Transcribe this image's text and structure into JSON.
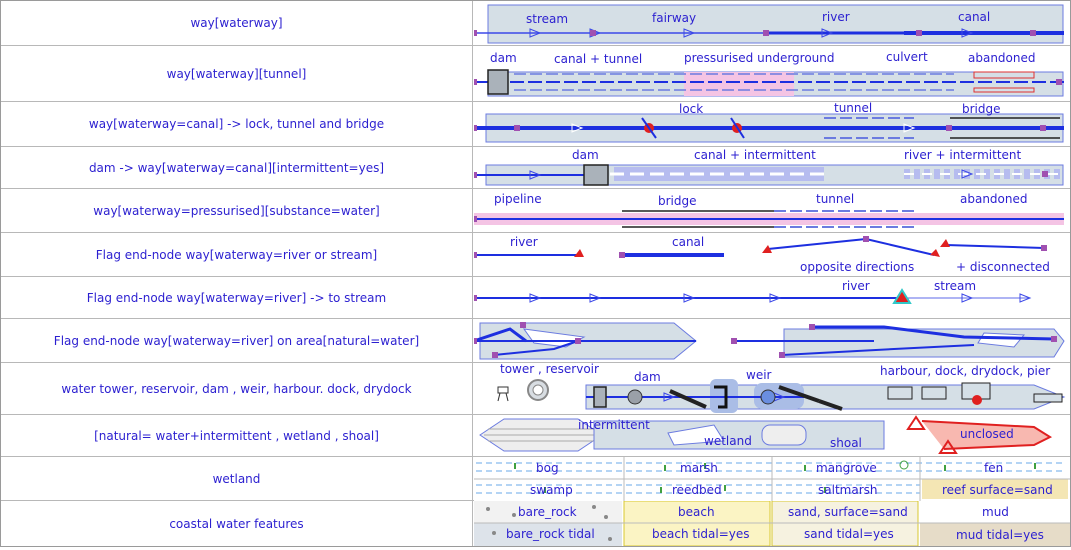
{
  "rows": [
    {
      "label": "way[waterway]",
      "texts": [
        "stream",
        "fairway",
        "river",
        "canal"
      ]
    },
    {
      "label": "way[waterway][tunnel]",
      "texts": [
        "dam",
        "canal + tunnel",
        "pressurised underground",
        "culvert",
        "abandoned"
      ]
    },
    {
      "label": "way[waterway=canal] -> lock, tunnel and bridge",
      "texts": [
        "lock",
        "tunnel",
        "bridge"
      ]
    },
    {
      "label": "dam -> way[waterway=canal][intermittent=yes]",
      "texts": [
        "dam",
        "canal + intermittent",
        "river + intermittent"
      ]
    },
    {
      "label": "way[waterway=pressurised][substance=water]",
      "texts": [
        "pipeline",
        "bridge",
        "tunnel",
        "abandoned"
      ]
    },
    {
      "label": "Flag end-node way[waterway=river or stream]",
      "texts": [
        "river",
        "canal",
        "opposite directions",
        "+ disconnected"
      ]
    },
    {
      "label": "Flag end-node way[waterway=river] -> to stream",
      "texts": [
        "river",
        "stream"
      ]
    },
    {
      "label": "Flag end-node way[waterway=river] on area[natural=water]",
      "texts": []
    },
    {
      "label": "water tower, reservoir, dam , weir, harbour. dock, drydock",
      "texts": [
        "tower , reservoir",
        "dam",
        "weir",
        "harbour, dock, drydock, pier"
      ]
    },
    {
      "label": "[natural= water+intermittent , wetland , shoal]",
      "texts": [
        "intermittent",
        "wetland",
        "shoal",
        "unclosed"
      ]
    },
    {
      "label": "wetland",
      "texts": [
        "bog",
        "marsh",
        "mangrove",
        "fen",
        "swamp",
        "reedbed",
        "saltmarsh",
        "reef surface=sand"
      ]
    },
    {
      "label": "coastal water features",
      "texts": [
        "bare_rock",
        "beach",
        "sand, surface=sand",
        "mud",
        "bare_rock tidal",
        "beach tidal=yes",
        "sand tidal=yes",
        "mud tidal=yes"
      ]
    }
  ]
}
